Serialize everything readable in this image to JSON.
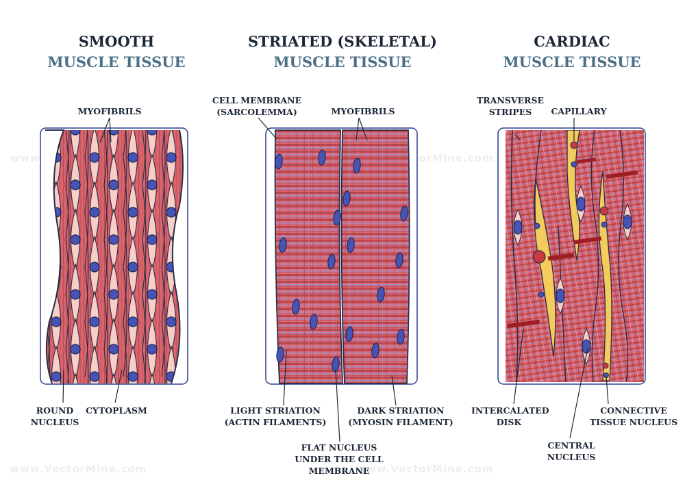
{
  "watermark": "www.VectorMine.com",
  "panels": [
    {
      "id": "smooth",
      "title": "SMOOTH",
      "subtitle": "MUSCLE TISSUE"
    },
    {
      "id": "striated",
      "title": "STRIATED (SKELETAL)",
      "subtitle": "MUSCLE TISSUE"
    },
    {
      "id": "cardiac",
      "title": "CARDIAC",
      "subtitle": "MUSCLE TISSUE"
    }
  ],
  "labels": {
    "smooth_myofibrils": "MYOFIBRILS",
    "round_nucleus": [
      "ROUND",
      "NUCLEUS"
    ],
    "cytoplasm": "CYTOPLASM",
    "cell_membrane": [
      "CELL MEMBRANE",
      "(SARCOLEMMA)"
    ],
    "striated_myofibrils": "MYOFIBRILS",
    "light_striation": [
      "LIGHT STRIATION",
      "(ACTIN FILAMENTS)"
    ],
    "dark_striation": [
      "DARK STRIATION",
      "(MYOSIN FILAMENT)"
    ],
    "flat_nucleus": [
      "FLAT NUCLEUS",
      "UNDER THE CELL",
      "MEMBRANE"
    ],
    "transverse_stripes": [
      "TRANSVERSE",
      "STRIPES"
    ],
    "capillary": "CAPILLARY",
    "intercalated_disk": [
      "INTERCALATED",
      "DISK"
    ],
    "central_nucleus": [
      "CENTRAL",
      "NUCLEUS"
    ],
    "connective_tissue_nucleus": [
      "CONNECTIVE",
      "TISSUE NUCLEUS"
    ]
  },
  "colors": {
    "title": "#1c2736",
    "subtitle": "#4a6f87",
    "muscle": "#d8636a",
    "muscle_stripe": "#b7404a",
    "light_striation": "#9a8ed2",
    "nucleus": "#4655b5",
    "cytoplasm": "#f7cfc6",
    "capillary": "#f4cc5c",
    "intercalated_disk": "#9e1e26",
    "frame": "#2d3f8f"
  }
}
